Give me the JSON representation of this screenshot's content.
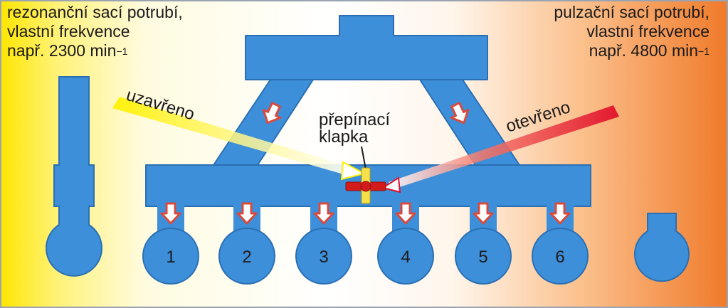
{
  "captions": {
    "left": {
      "line1": "rezonanční sací potrubí,",
      "line2": "vlastní frekvence",
      "line3_prefix": "např. 2300 min",
      "line3_sup": "−1"
    },
    "right": {
      "line1": "pulzační sací potrubí,",
      "line2": "vlastní frekvence",
      "line3_prefix": "např. 4800 min",
      "line3_sup": "−1"
    }
  },
  "labels": {
    "closed": "uzavřeno",
    "open": "otevřeno",
    "flap_line1": "přepínací",
    "flap_line2": "klapka"
  },
  "cylinders": [
    "1",
    "2",
    "3",
    "4",
    "5",
    "6"
  ],
  "colors": {
    "pipe": "#3d8fd9",
    "pipe_edge": "#2a6fb3",
    "flow_arrow": "#d94a3d",
    "bg_left": "#ffe600",
    "bg_right": "#f07a2a",
    "flap_cross": "#d41b1b",
    "flap_center": "#f5e04a"
  }
}
